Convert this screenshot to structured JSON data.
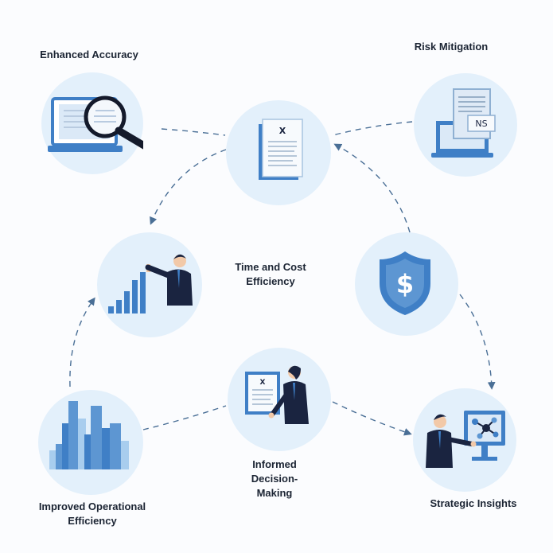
{
  "labels": {
    "enhanced_accuracy": "Enhanced Accuracy",
    "risk_mitigation": "Risk Mitigation",
    "time_cost": "Time and Cost\nEfficiency",
    "informed": "Informed\nDecision-\nMaking",
    "operational": "Improved Operational\nEfficiency",
    "strategic": "Strategic Insights"
  },
  "doc_mark": "X",
  "risk_doc_text": "NS",
  "colors": {
    "circle": "#e3f0fb",
    "primary": "#3f7fc6",
    "dark_navy": "#1a2440",
    "light_blue": "#a8cdee",
    "arrow": "#4a6f96"
  },
  "icons": [
    "magnifier-laptop-icon",
    "document-icon",
    "document-on-laptop-icon",
    "bar-chart-person-icon",
    "dollar-shield-icon",
    "document-presenter-icon",
    "city-bars-icon",
    "monitor-network-person-icon"
  ]
}
